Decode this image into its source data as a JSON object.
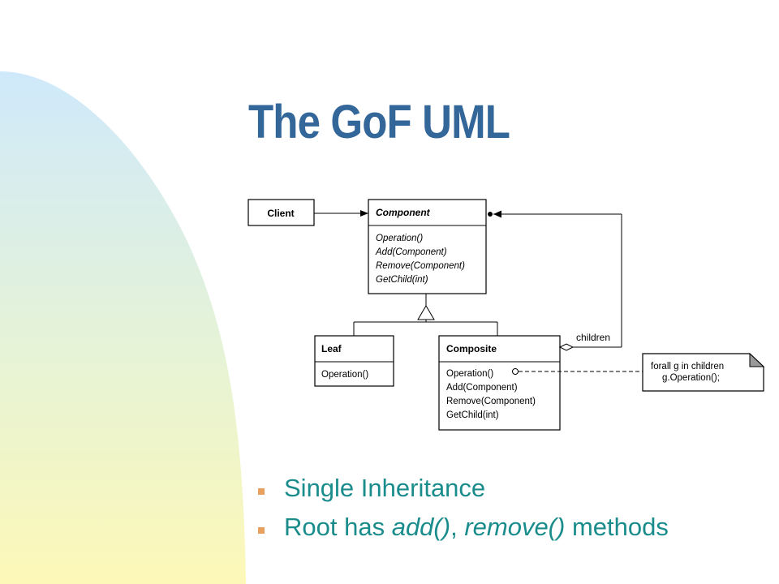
{
  "title": "The GoF UML",
  "colors": {
    "title": "#336699",
    "bullet_text": "#1a8c8c",
    "bullet_marker": "#e8a060",
    "gradient_top": "#cfe9fb",
    "gradient_bottom": "#fdf8b8"
  },
  "diagram": {
    "client": {
      "name": "Client"
    },
    "component": {
      "name": "Component",
      "operations": [
        "Operation()",
        "Add(Component)",
        "Remove(Component)",
        "GetChild(int)"
      ]
    },
    "leaf": {
      "name": "Leaf",
      "operations": [
        "Operation()"
      ]
    },
    "composite": {
      "name": "Composite",
      "operations": [
        "Operation()",
        "Add(Component)",
        "Remove(Component)",
        "GetChild(int)"
      ]
    },
    "children_label": "children",
    "note": {
      "line1": "forall g in children",
      "line2": "g.Operation();"
    }
  },
  "bullets": {
    "b1": "Single Inheritance",
    "b2": {
      "prefix": "Root has ",
      "em1": "add()",
      "sep": ", ",
      "em2": "remove()",
      "suffix": " methods"
    }
  }
}
